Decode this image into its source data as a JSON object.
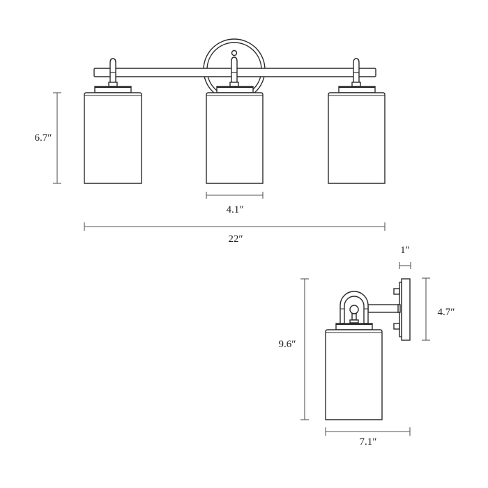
{
  "title": "Vanity light fixture dimension diagram",
  "colors": {
    "background": "#ffffff",
    "line": "#2b2b2b",
    "dimension_line": "#555555",
    "text": "#222222"
  },
  "front_view": {
    "shade_count": 3,
    "dimensions": {
      "shade_height": "6.7″",
      "shade_width": "4.1″",
      "overall_width": "22″"
    }
  },
  "side_view": {
    "dimensions": {
      "overall_height": "9.6″",
      "backplate_height": "4.7″",
      "backplate_depth": "1″",
      "overall_extension": "7.1″"
    }
  }
}
